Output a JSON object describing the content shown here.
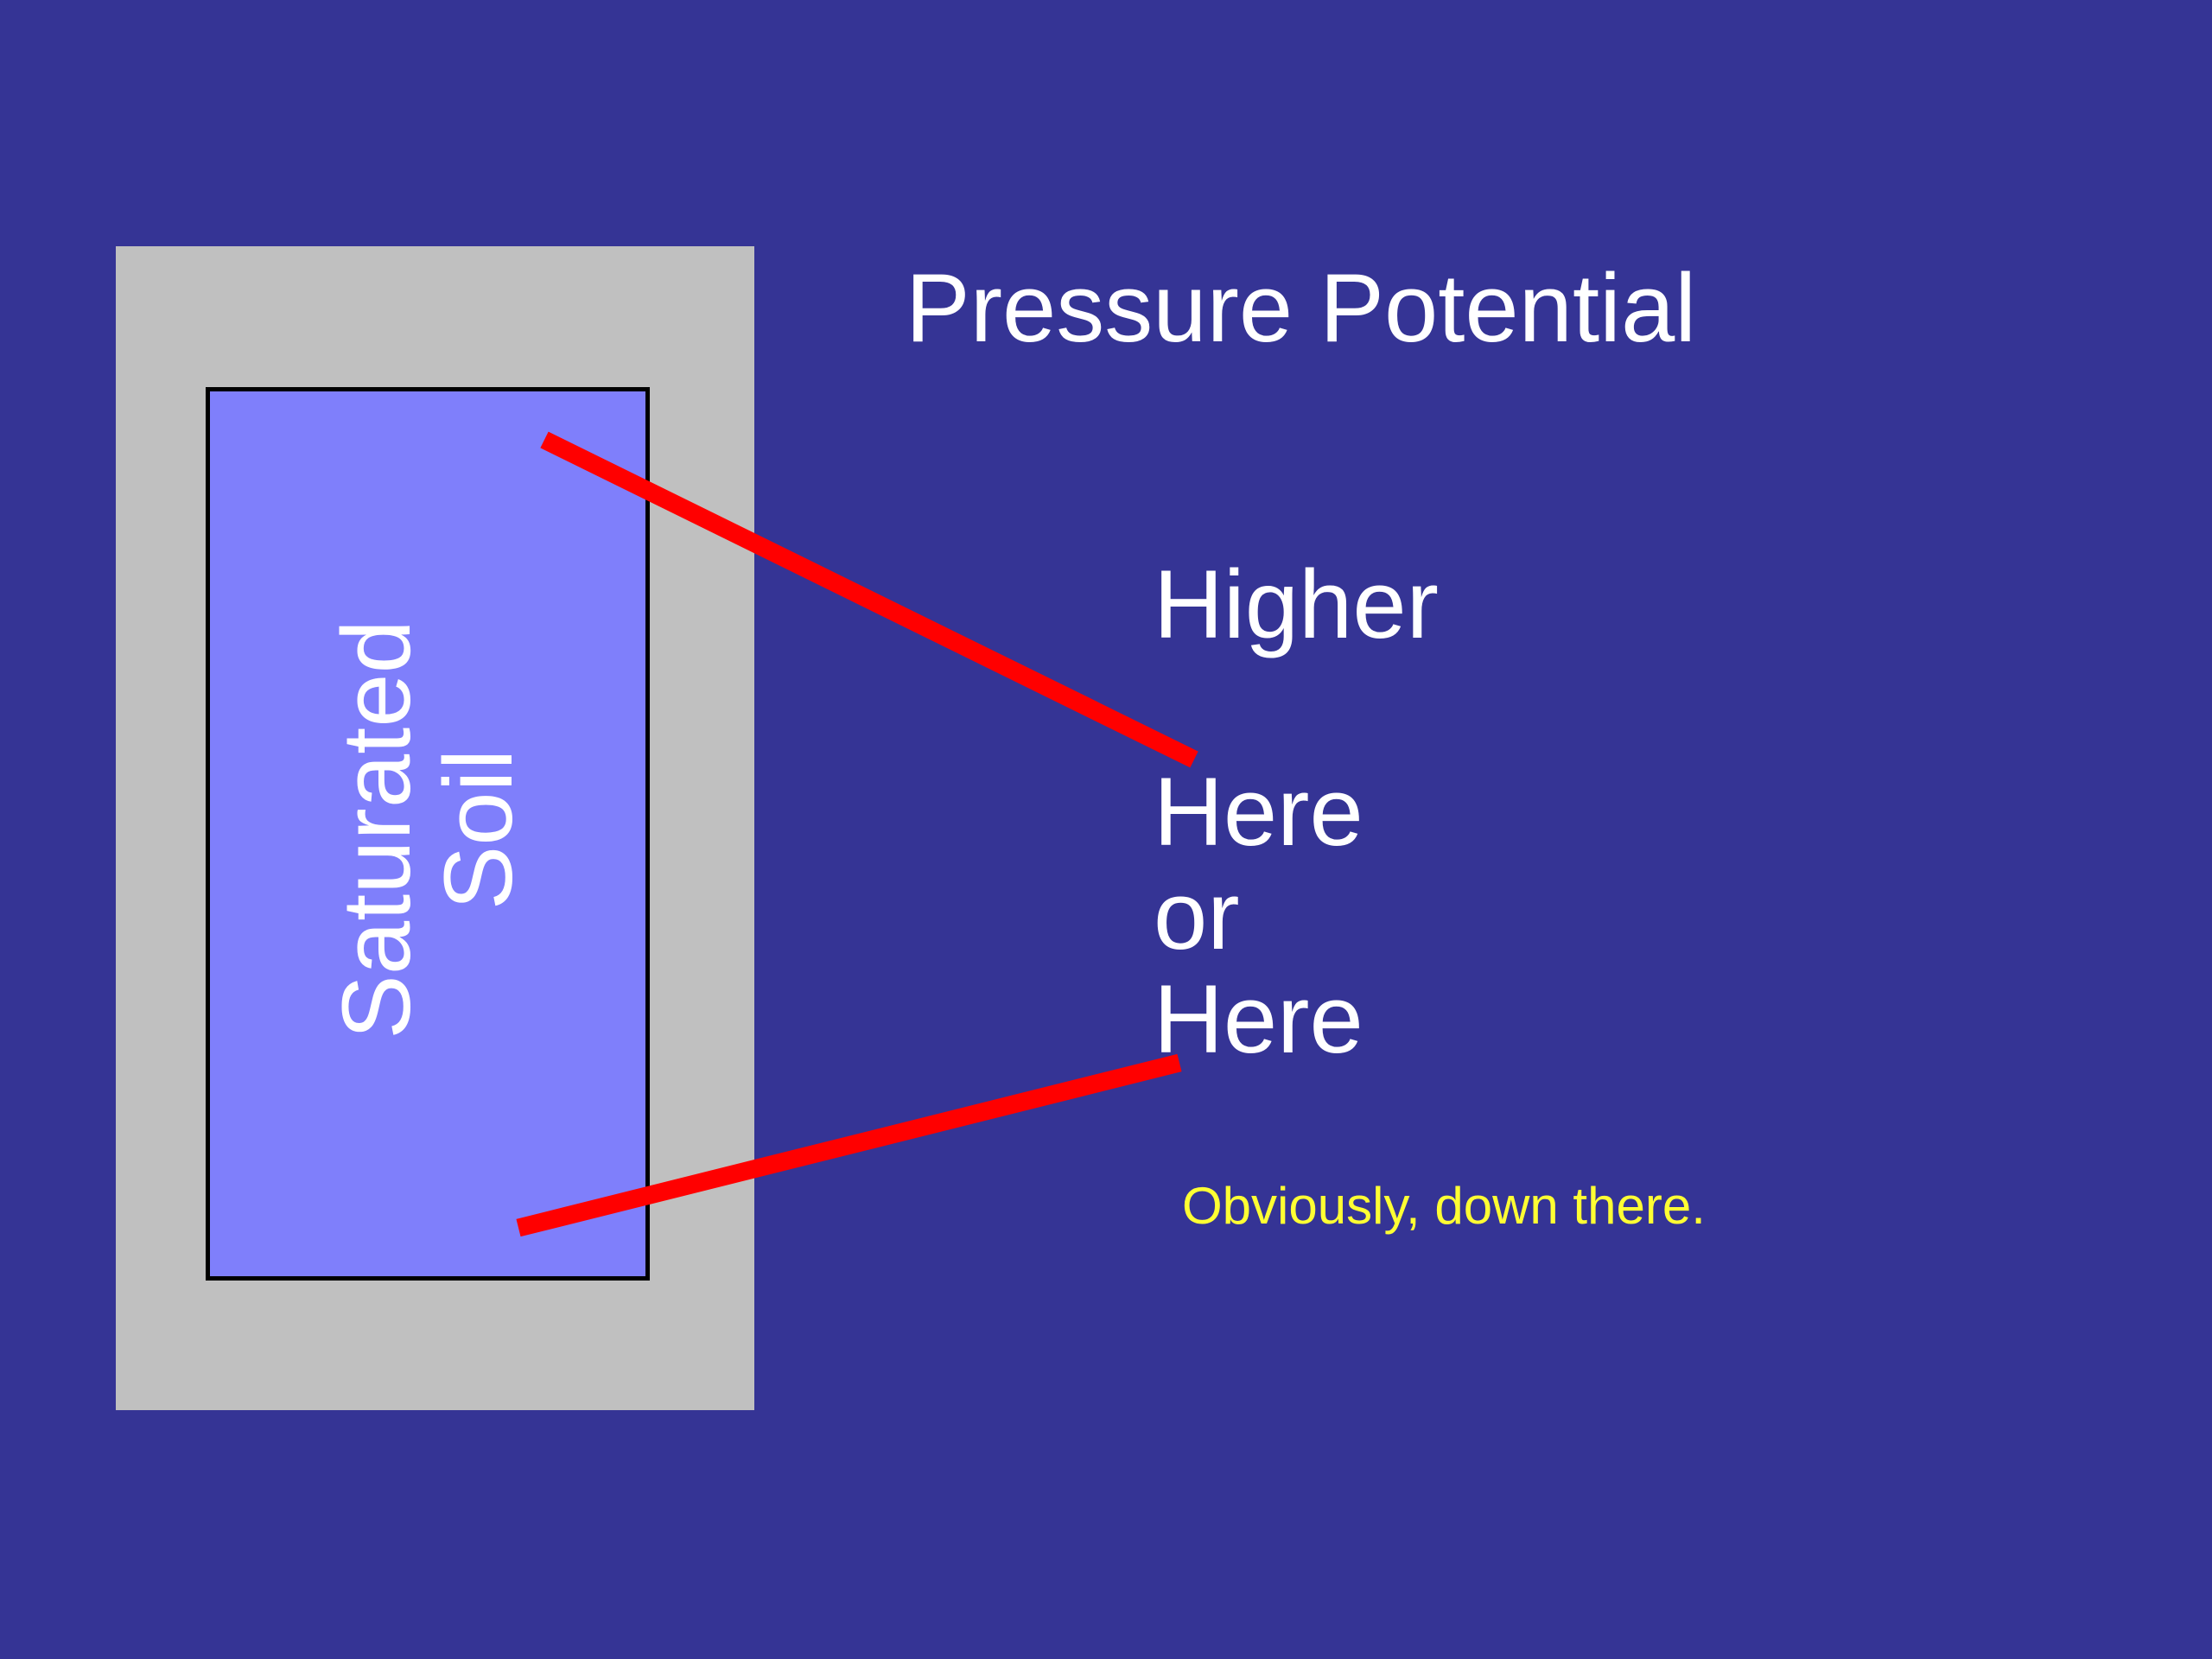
{
  "slide": {
    "title": "Pressure Potential",
    "soil_label": [
      "Saturated",
      "Soil"
    ],
    "options": {
      "higher": "Higher",
      "here_top": "Here",
      "or": "or",
      "here_bottom": "Here"
    },
    "answer": "Obviously, down there."
  },
  "colors": {
    "background": "#353495",
    "frame": "#c0c0c0",
    "soil": "#7f7ffb",
    "pointer": "#ff0000",
    "answer_text": "#ffff33",
    "text": "#ffffff"
  }
}
